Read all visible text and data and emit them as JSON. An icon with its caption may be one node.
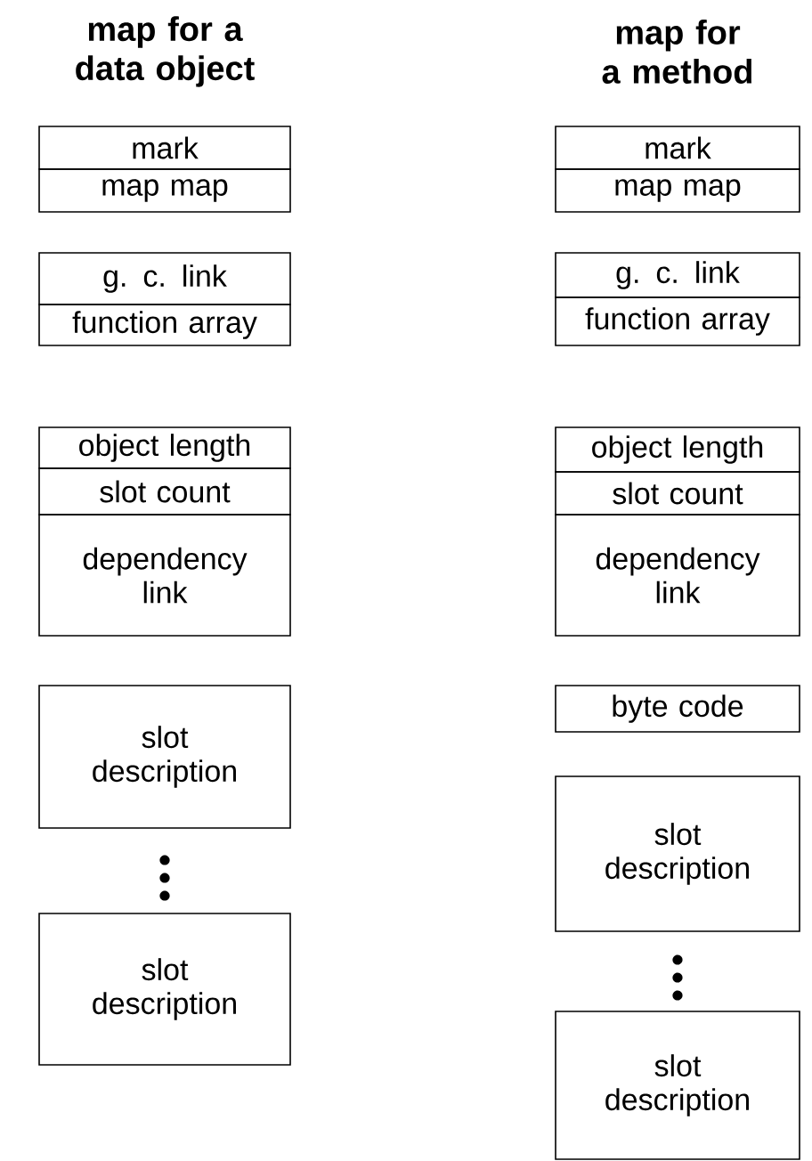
{
  "diagram": {
    "nodes": [
      {
        "text": [
          "mark"
        ]
      },
      {
        "text": [
          "map map"
        ]
      },
      {
        "text": [
          "g. c.  link"
        ]
      },
      {
        "text": [
          "function array"
        ]
      },
      {
        "text": [
          "object length"
        ]
      },
      {
        "text": [
          "slot count"
        ]
      },
      {
        "text": [
          "dependency link"
        ]
      },
      {
        "text": [
          "slot description"
        ]
      },
      {
        "text": [
          "slot description"
        ]
      },
      {
        "text": [
          "mark"
        ]
      },
      {
        "text": [
          "map map"
        ]
      },
      {
        "text": [
          "g. c.  link"
        ]
      },
      {
        "text": [
          "function array"
        ]
      },
      {
        "text": [
          "object length"
        ]
      },
      {
        "text": [
          "slot count"
        ]
      },
      {
        "text": [
          "dependency link"
        ]
      },
      {
        "text": [
          "byte code"
        ]
      },
      {
        "text": [
          "slot description"
        ]
      },
      {
        "text": [
          "slot description"
        ]
      }
    ],
    "labels": [
      "map for a data object",
      "map for a method"
    ]
  }
}
